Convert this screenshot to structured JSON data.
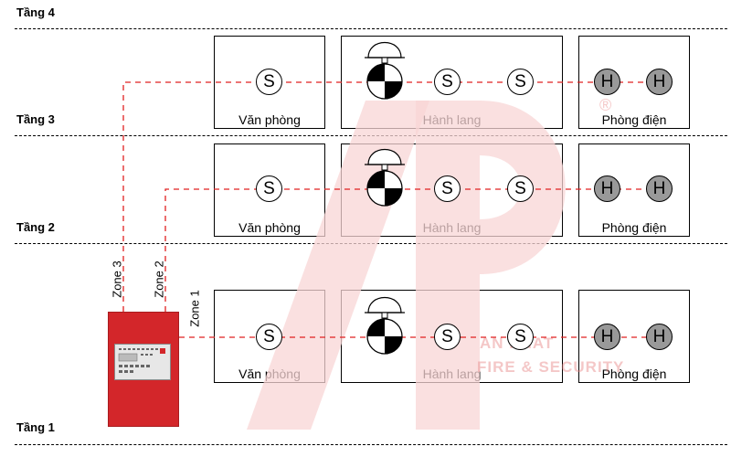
{
  "floors": [
    "Tầng 4",
    "Tầng 3",
    "Tầng 2",
    "Tầng 1"
  ],
  "rooms": [
    "Văn phòng",
    "Hành lang",
    "Phòng điện"
  ],
  "detectors": {
    "smoke": "S",
    "heat": "H"
  },
  "zones": [
    "Zone 3",
    "Zone 2",
    "Zone 1"
  ],
  "watermark": {
    "line1": "AN PHAT",
    "line2": "FIRE & SECURITY",
    "mark": "®"
  },
  "colors": {
    "wire": "#e02020",
    "panel": "#d3262a",
    "heat_fill": "#999999",
    "watermark": "#f2b5b5"
  },
  "icons": [
    "bell-icon",
    "smoke-detector-icon",
    "heat-detector-icon",
    "fire-alarm-panel-icon"
  ]
}
